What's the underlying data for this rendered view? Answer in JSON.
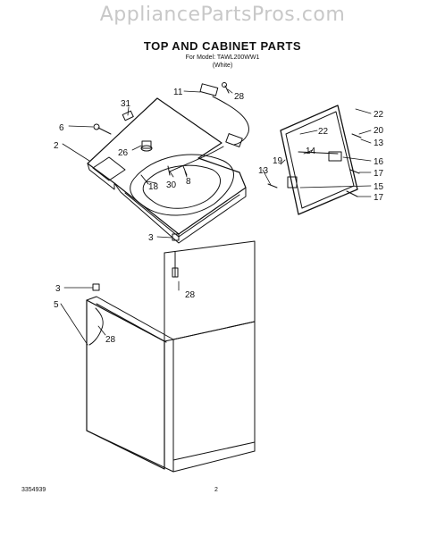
{
  "watermark": "AppliancePartsPros.com",
  "header": {
    "title": "TOP AND CABINET PARTS",
    "model_line": "For Model: TAWL200WW1",
    "color_line": "(White)"
  },
  "callouts": {
    "c31": "31",
    "c6": "6",
    "c2": "2",
    "c26": "26",
    "c30": "30",
    "c8": "8",
    "c18": "18",
    "c11": "11",
    "c28a": "28",
    "c22a": "22",
    "c22b": "22",
    "c20": "20",
    "c13a": "13",
    "c14": "14",
    "c19": "19",
    "c13b": "13",
    "c16": "16",
    "c17a": "17",
    "c15": "15",
    "c17b": "17",
    "c3a": "3",
    "c28b": "28",
    "c3b": "3",
    "c5": "5",
    "c28c": "28"
  },
  "footer": {
    "ref_number": "3354939",
    "page_number": "2"
  }
}
